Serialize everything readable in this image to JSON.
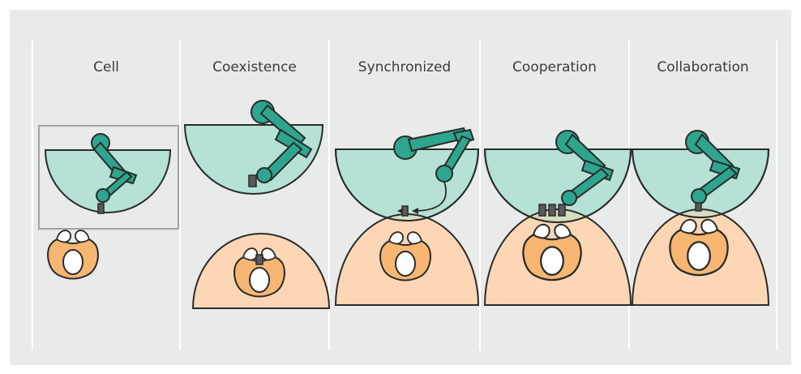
{
  "panels": [
    {
      "key": "cell",
      "title": "Cell"
    },
    {
      "key": "coexistence",
      "title": "Coexistence"
    },
    {
      "key": "synchronized",
      "title": "Synchronized"
    },
    {
      "key": "cooperation",
      "title": "Cooperation"
    },
    {
      "key": "collaboration",
      "title": "Collaboration"
    }
  ],
  "colors": {
    "background": "#e9ebea",
    "robot_zone": "#b5e1d6",
    "human_zone": "#fdd7b5",
    "overlap_zone": "#d6ddc0",
    "robot": "#2ea58f",
    "human_body": "#f7b772",
    "head": "#ffffff",
    "part": "#5a5a5a",
    "divider": "#ffffff",
    "cell_frame": "#a3a3a3"
  }
}
